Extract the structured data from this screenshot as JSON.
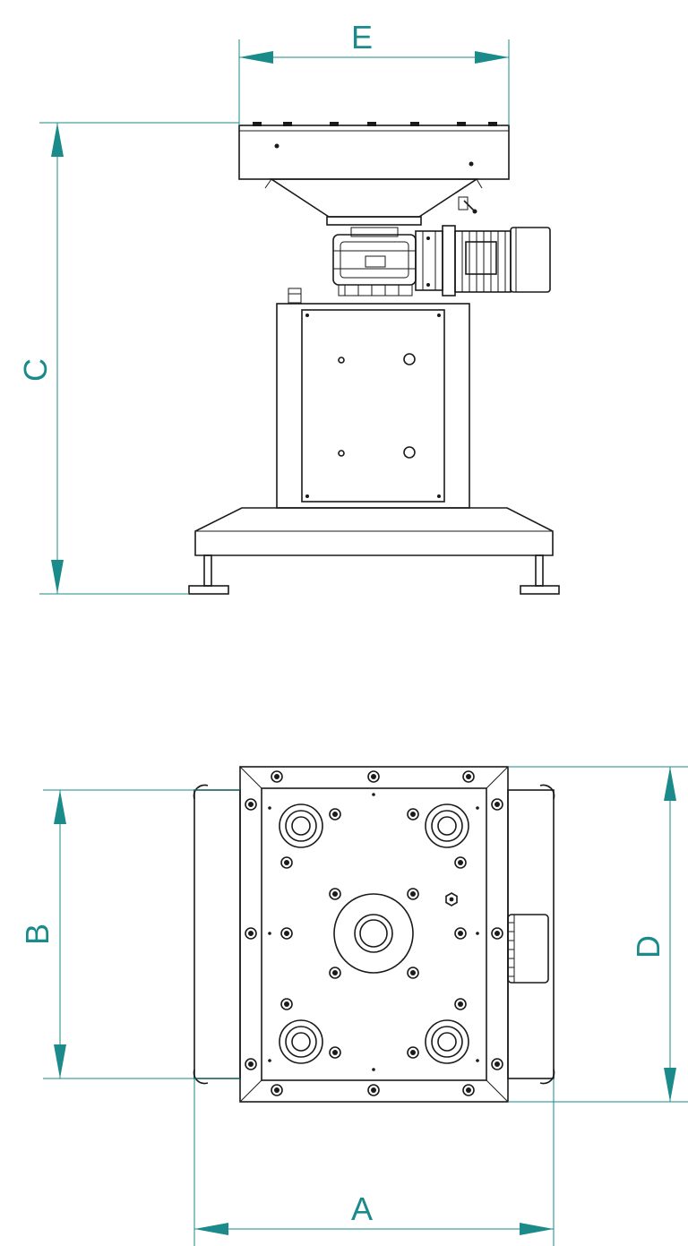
{
  "dimension_labels": {
    "top_width": "E",
    "overall_height": "C",
    "plan_depth_left": "B",
    "plan_depth_right": "D",
    "plan_width": "A"
  },
  "colors": {
    "dimension": "#1a8a8a",
    "linework": "#1a1a1a",
    "background": "#ffffff"
  }
}
